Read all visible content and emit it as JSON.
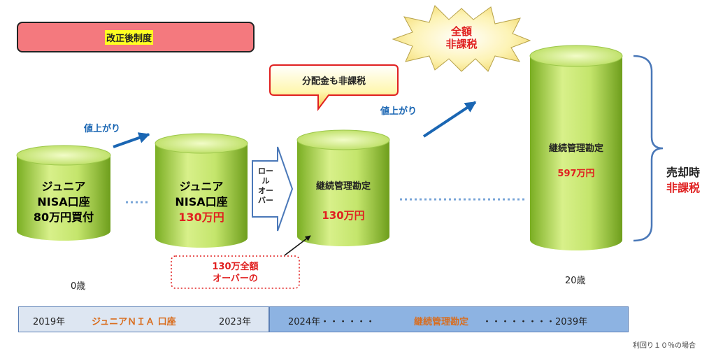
{
  "title": "改正後制度",
  "burst": {
    "line1": "全額",
    "line2": "非課税"
  },
  "callout": "分配金も非課税",
  "arrow1_label": "値上がり",
  "arrow2_label": "値上がり",
  "cyl1": {
    "line1": "ジュニア",
    "line2": "NISA口座",
    "line3": "80万円買付"
  },
  "cyl2": {
    "line1": "ジュニア",
    "line2": "NISA口座",
    "line3": "130万円"
  },
  "rollover": {
    "line1": "ロー",
    "line2": "ル",
    "line3": "オー",
    "line4": "バー"
  },
  "cyl3": {
    "line1": "継続管理勘定",
    "line2": "130万円"
  },
  "cyl4": {
    "line1": "継続管理勘定",
    "line2": "597万円"
  },
  "note": {
    "line1": "130万全額",
    "line2": "オーバーの"
  },
  "age_start": "0歳",
  "age_end": "20歳",
  "sale": {
    "line1": "売却時",
    "line2": "非課税"
  },
  "timeline": {
    "start_year": "2019年",
    "junior_label": "ジュニアＮＩＡ 口座",
    "mid_year": "2023年",
    "right_start": "2024年・・・・・・",
    "right_label": "継続管理勘定",
    "right_dots": "・・・・・・・・2039年"
  },
  "footnote": "利回り１０％の場合",
  "colors": {
    "cylinder": "#a8d84a",
    "red": "#e02020",
    "blue": "#1a66b3",
    "orange": "#d96d1e"
  }
}
